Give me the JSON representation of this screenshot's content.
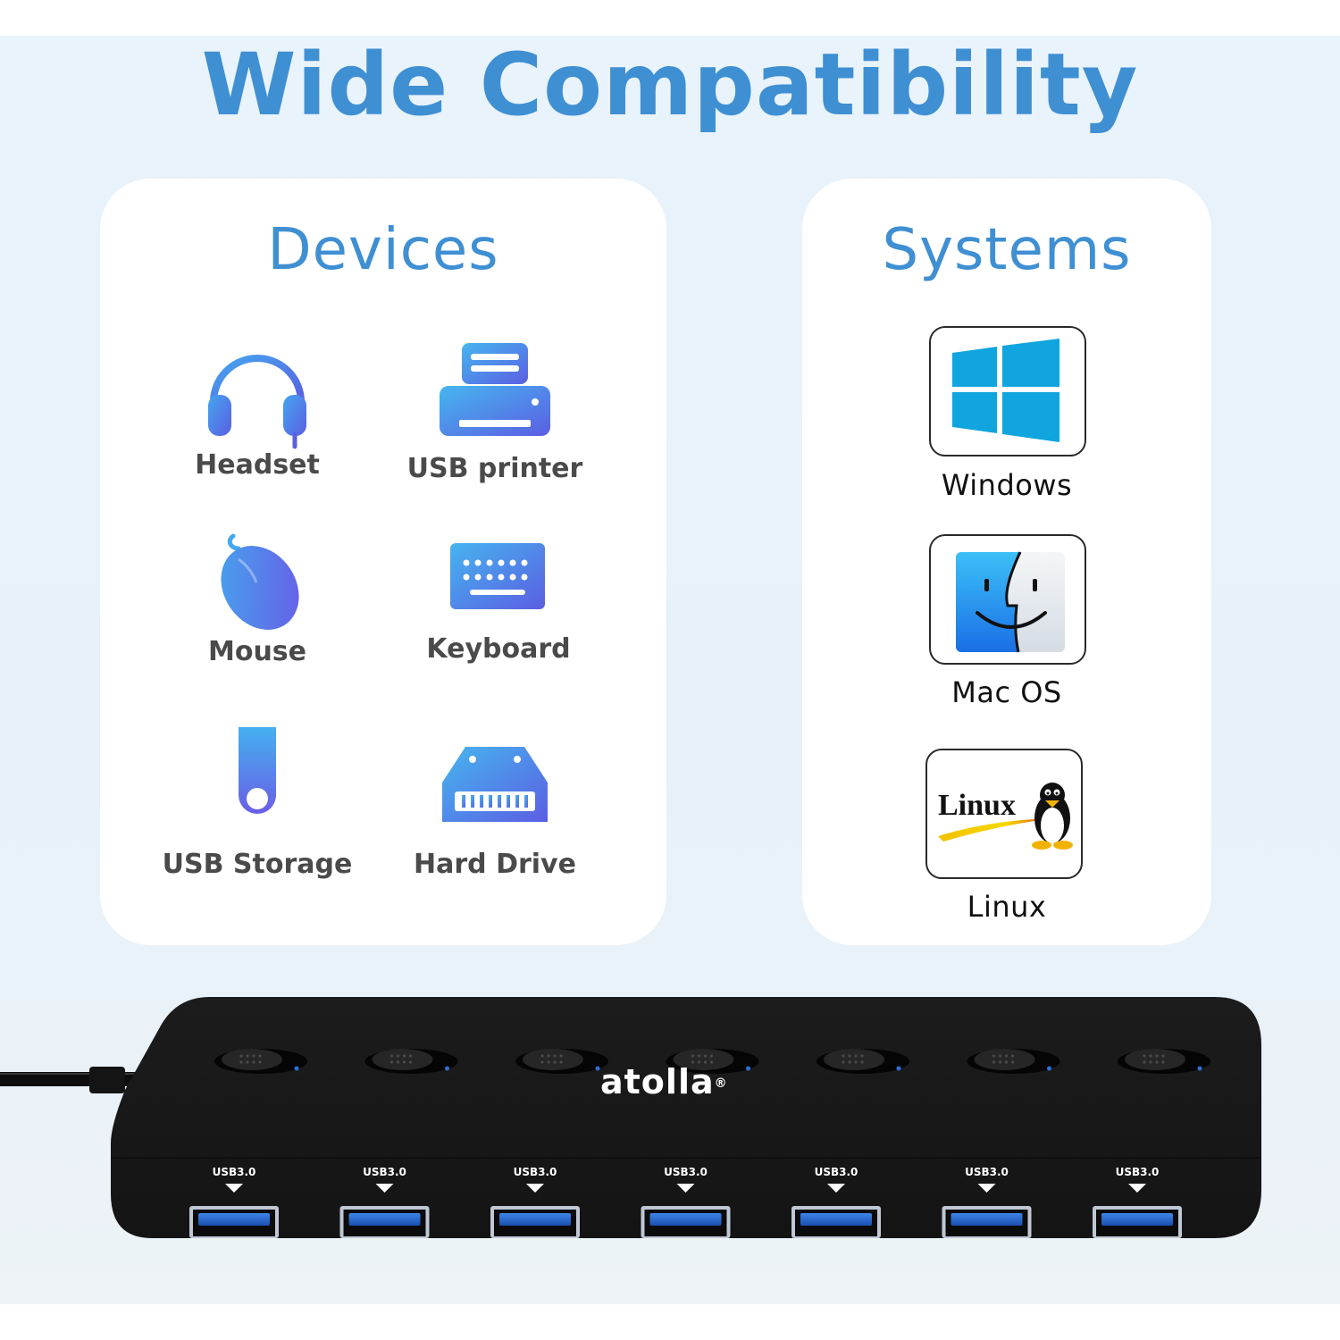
{
  "headline": "Wide Compatibility",
  "colors": {
    "accent": "#3f8fd3",
    "background": "#e8f2fa",
    "card": "#ffffff",
    "label": "#4a4a4a",
    "hub_body": "#161616",
    "usb_blue": "#1f5fc4"
  },
  "devices": {
    "title": "Devices",
    "items": [
      {
        "label": "Headset",
        "icon": "headset-icon"
      },
      {
        "label": "USB printer",
        "icon": "printer-icon"
      },
      {
        "label": "Mouse",
        "icon": "mouse-icon"
      },
      {
        "label": "Keyboard",
        "icon": "keyboard-icon"
      },
      {
        "label": "USB Storage",
        "icon": "usb-storage-icon"
      },
      {
        "label": "Hard Drive",
        "icon": "hard-drive-icon"
      }
    ]
  },
  "systems": {
    "title": "Systems",
    "items": [
      {
        "label": "Windows",
        "icon": "windows-logo"
      },
      {
        "label": "Mac OS",
        "icon": "finder-logo"
      },
      {
        "label": "Linux",
        "icon": "linux-tux-logo",
        "logo_text": "Linux"
      }
    ]
  },
  "hub": {
    "brand": "atolla",
    "brand_mark": "®",
    "port_label": "USB3.0",
    "port_count": 7,
    "switch_count": 7
  }
}
